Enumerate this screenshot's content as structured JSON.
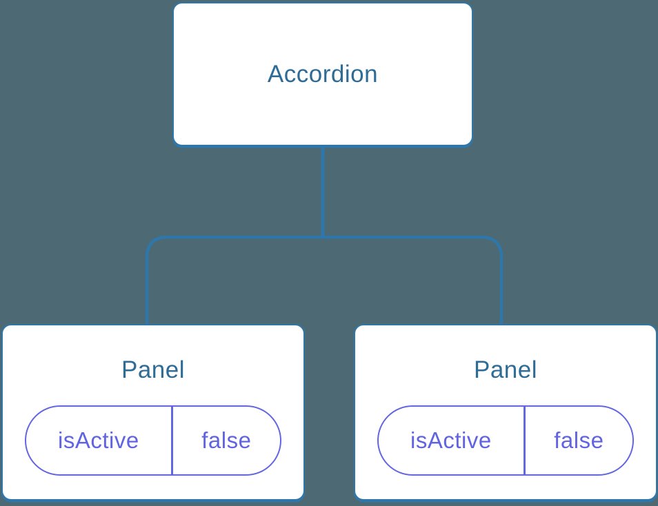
{
  "diagram": {
    "type": "component-tree",
    "root": {
      "label": "Accordion"
    },
    "children": [
      {
        "label": "Panel",
        "state": {
          "name": "isActive",
          "value": "false"
        }
      },
      {
        "label": "Panel",
        "state": {
          "name": "isActive",
          "value": "false"
        }
      }
    ]
  },
  "colors": {
    "background": "#4d6973",
    "connector_blue": "#2f77ab",
    "node_fill": "#ffffff",
    "node_text_blue": "#2e6b96",
    "state_purple": "#6366e1"
  }
}
